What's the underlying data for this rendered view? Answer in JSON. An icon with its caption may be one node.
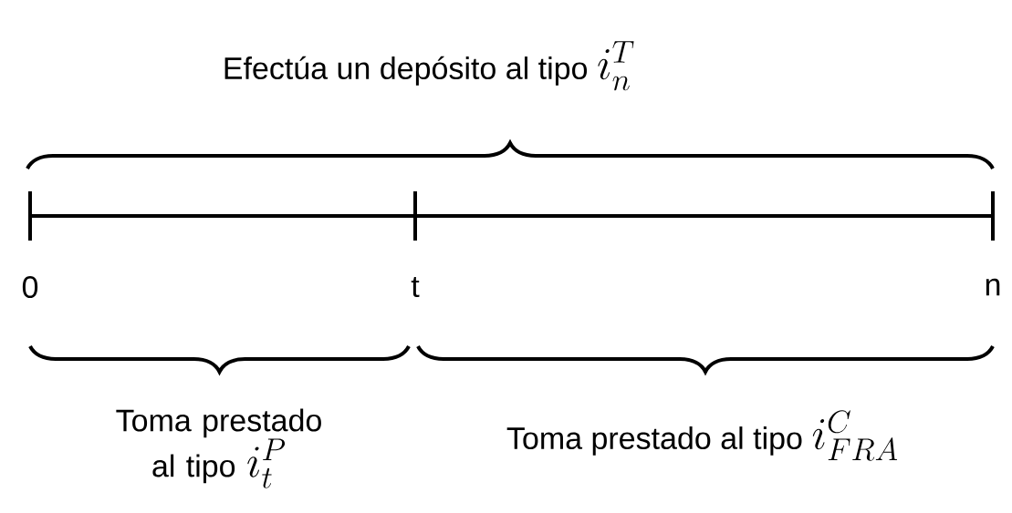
{
  "diagram": {
    "labels": [
      "Efectúa un depósito al tipo",
      "i_n^T",
      "0",
      "t",
      "n",
      "Toma prestado al tipo",
      "i_t^P",
      "Toma prestado al tipo",
      "i_{FRA}^C"
    ]
  }
}
